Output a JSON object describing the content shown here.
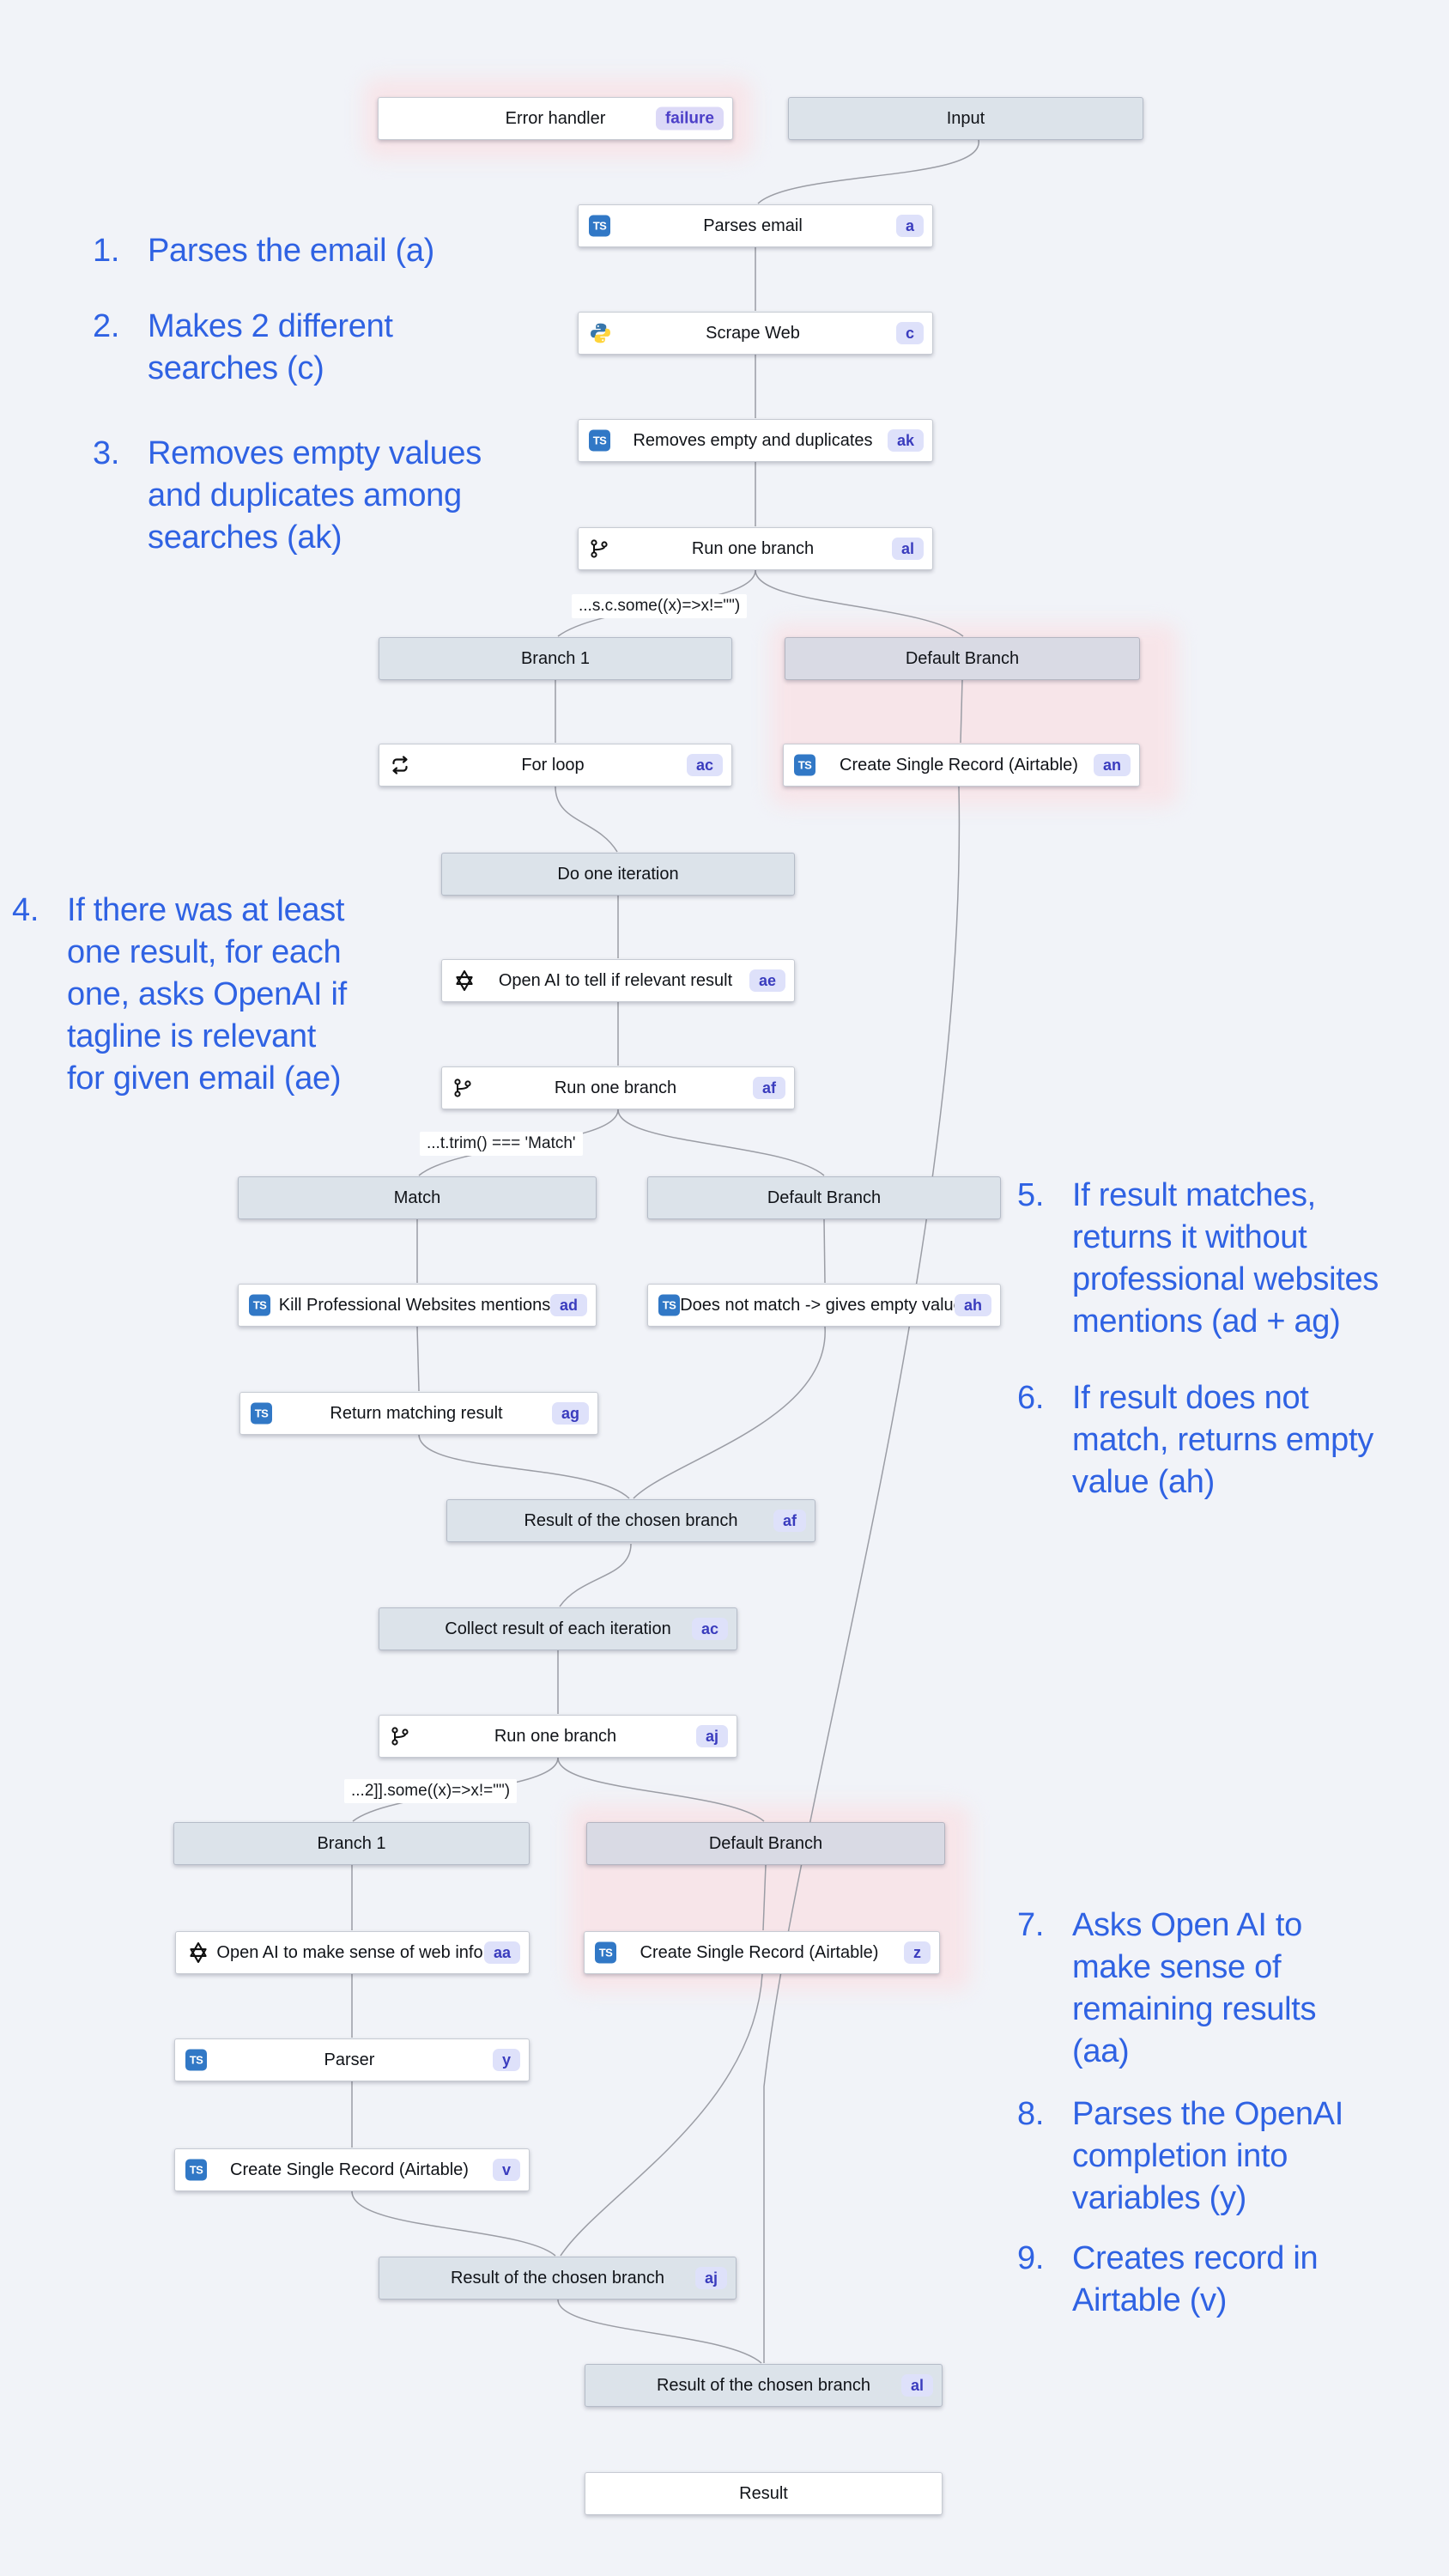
{
  "flow": {
    "nodes": {
      "error_handler": {
        "label": "Error handler",
        "badge": "failure"
      },
      "input": {
        "label": "Input"
      },
      "parses_email": {
        "label": "Parses email",
        "badge": "a",
        "icon": "typescript-icon"
      },
      "scrape_web": {
        "label": "Scrape Web",
        "badge": "c",
        "icon": "python-icon"
      },
      "removes_empty": {
        "label": "Removes empty and duplicates",
        "badge": "ak",
        "icon": "typescript-icon"
      },
      "run_branch_al": {
        "label": "Run one branch",
        "badge": "al",
        "icon": "branch-icon"
      },
      "branch1_first": {
        "label": "Branch 1"
      },
      "default_first": {
        "label": "Default Branch"
      },
      "for_loop": {
        "label": "For loop",
        "badge": "ac",
        "icon": "loop-icon"
      },
      "create_an": {
        "label": "Create Single Record (Airtable)",
        "badge": "an",
        "icon": "typescript-icon"
      },
      "do_one_iteration": {
        "label": "Do one iteration"
      },
      "openai_ae": {
        "label": "Open AI to tell if relevant result",
        "badge": "ae",
        "icon": "openai-icon"
      },
      "run_branch_af": {
        "label": "Run one branch",
        "badge": "af",
        "icon": "branch-icon"
      },
      "match": {
        "label": "Match"
      },
      "default_second": {
        "label": "Default Branch"
      },
      "kill_ad": {
        "label": "Kill Professional Websites mentions",
        "badge": "ad",
        "icon": "typescript-icon"
      },
      "no_match_ah": {
        "label": "Does not match -> gives empty value",
        "badge": "ah",
        "icon": "typescript-icon"
      },
      "return_ag": {
        "label": "Return matching result",
        "badge": "ag",
        "icon": "typescript-icon"
      },
      "result_af": {
        "label": "Result of the chosen branch",
        "badge": "af"
      },
      "collect_ac": {
        "label": "Collect result of each iteration",
        "badge": "ac"
      },
      "run_branch_aj": {
        "label": "Run one branch",
        "badge": "aj",
        "icon": "branch-icon"
      },
      "branch1_second": {
        "label": "Branch 1"
      },
      "default_third": {
        "label": "Default Branch"
      },
      "openai_aa": {
        "label": "Open AI to make sense of web info",
        "badge": "aa",
        "icon": "openai-icon"
      },
      "create_z": {
        "label": "Create Single Record (Airtable)",
        "badge": "z",
        "icon": "typescript-icon"
      },
      "parser_y": {
        "label": "Parser",
        "badge": "y",
        "icon": "typescript-icon"
      },
      "create_v": {
        "label": "Create Single Record (Airtable)",
        "badge": "v",
        "icon": "typescript-icon"
      },
      "result_aj": {
        "label": "Result of the chosen branch",
        "badge": "aj"
      },
      "result_al": {
        "label": "Result of the chosen branch",
        "badge": "al"
      },
      "result": {
        "label": "Result"
      }
    },
    "conditions": [
      {
        "text": "...s.c.some((x)=>x!=\"\")"
      },
      {
        "text": "...t.trim() === 'Match'"
      },
      {
        "text": "...2]].some((x)=>x!=\"\")"
      }
    ],
    "icon_ts_label": "TS"
  },
  "notes": [
    {
      "num": "1.",
      "text": "Parses the email (a)"
    },
    {
      "num": "2.",
      "text": "Makes 2 different\nsearches (c)"
    },
    {
      "num": "3.",
      "text": "Removes empty values\nand duplicates among\nsearches (ak)"
    },
    {
      "num": "4.",
      "text": "If there was at least\none result, for each\none, asks OpenAI if\ntagline is relevant\nfor given email (ae)"
    },
    {
      "num": "5.",
      "text": "If result matches,\nreturns it without\nprofessional websites\nmentions (ad + ag)"
    },
    {
      "num": "6.",
      "text": "If result does not\nmatch, returns empty\nvalue (ah)"
    },
    {
      "num": "7.",
      "text": "Asks Open AI to\nmake sense of\nremaining results\n(aa)"
    },
    {
      "num": "8.",
      "text": "Parses the OpenAI\ncompletion into\nvariables (y)"
    },
    {
      "num": "9.",
      "text": "Creates record in\nAirtable (v)"
    }
  ],
  "colors": {
    "background": "#f1f3f8",
    "annotation_blue": "#2f62e3",
    "badge_bg": "#dee1fa",
    "badge_text": "#3a3cbe",
    "failure_badge_text": "#4c3fc8",
    "glow_pink": "#f7e5e9",
    "header_fill": "#dce3ea",
    "default_header_fill": "#d9dae4",
    "typescript_blue": "#3178c6",
    "python_blue": "#3776ab",
    "python_yellow": "#ffd43b",
    "edge_gray": "#9b9da5"
  }
}
